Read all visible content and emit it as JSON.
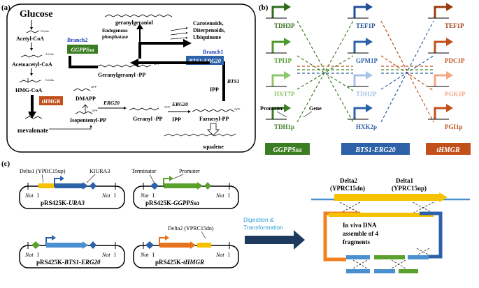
{
  "panel_a": {
    "label": "(a)",
    "glucose": "Glucose",
    "acetyl_coa": "Acetyl-CoA",
    "acetoacetyl_coa": "Acetoacetyl-CoA",
    "hmg_coa": "HMG-CoA",
    "thmgr": "tHMGR",
    "mevalonate": "mevalonate",
    "dmapp": "DMAPP",
    "isopentenyl_pp": "Isopentenyl-PP",
    "erg20_a": "ERG20",
    "geranyl_pp": "Geranyl -PP",
    "erg20_b": "ERG20",
    "ipp_a": "IPP",
    "farnesyl_pp": "Farnesyl-PP",
    "bts1": "BTS1",
    "ipp_b": "IPP",
    "squalene": "squalene",
    "branch1": "Branch1",
    "bts1_erg20": "BTS1-ERG20",
    "branch2": "Branch2",
    "ggppssa": "GGPPSsa",
    "geranylgeranyl_pp": "Geranylgeranyl -PP",
    "endogenous_line1": "Endogenous",
    "endogenous_line2": "phosphatase",
    "geranylgeraniol": "geranylgeraniol",
    "products_line1": "Carotenoids,",
    "products_line2": "Diterpenoids,",
    "products_line3": "Ubiquinone",
    "scoa_label": "S-CoA",
    "opp_label": "OPP"
  },
  "panel_b": {
    "label": "(b)",
    "col1": [
      "TDH3P",
      "TPI1P",
      "HXT7P",
      "TDH1p"
    ],
    "col2": [
      "TEF1P",
      "GPM1P",
      "TDH2P",
      "HXK2p"
    ],
    "col3": [
      "TEF1P",
      "PDC1P",
      "PGK1P",
      "PGI1p"
    ],
    "promoter_label": "Promoter",
    "gene_label": "Gene",
    "box1": "GGPPSsa",
    "box2": "BTS1-ERG20",
    "box3": "tHMGR",
    "colors": {
      "green": "#3b7d23",
      "blue": "#2e62a8",
      "orange": "#c2501a"
    }
  },
  "panel_c": {
    "label": "(c)",
    "delta1": "Delta1 (YPRC15up)",
    "kiura3": "KIURA3",
    "terminator": "Terminator",
    "promoter": "Promoter",
    "delta2": "Delta2 (YPRC15dn)",
    "not": "Not",
    "roman_one": "I",
    "p1": {
      "prefix": "pRS425K-",
      "gene": "URA3"
    },
    "p2": {
      "prefix": "pRS425K-",
      "gene": "GGPPSsa"
    },
    "p3": {
      "prefix": "pRS425K-",
      "gene": "BTS1-ERG20"
    },
    "p4": {
      "prefix": "pRS425K-",
      "gene": "tHMGR"
    },
    "arrow_line1": "Digestion &",
    "arrow_line2": "Transformation",
    "r_delta2_line1": "Delta2",
    "r_delta2_line2": "(YPRC15dn)",
    "r_delta1_line1": "Delta1",
    "r_delta1_line2": "(YPRC15up)",
    "invivo_line1": "In vivo DNA",
    "invivo_line2": "assemble of  4",
    "invivo_line3": "fragments"
  }
}
